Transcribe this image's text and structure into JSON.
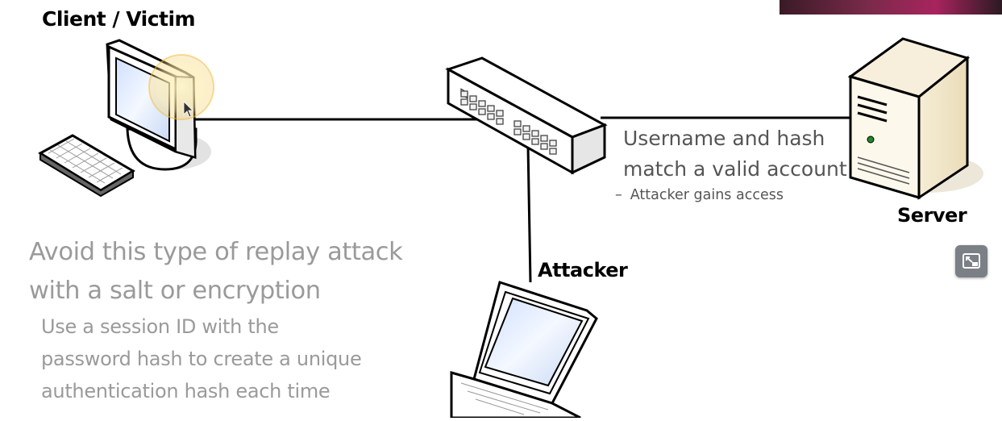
{
  "nodes": {
    "client_label": "Client / Victim",
    "server_label": "Server",
    "attacker_label": "Attacker"
  },
  "server_note": {
    "line1": "Username and hash",
    "line2": "match a valid account",
    "sub_dash": "–",
    "sub": "Attacker gains access"
  },
  "lesson": {
    "line1": "Avoid this type of replay attack",
    "line2": "with a salt or encryption",
    "sub1": "Use a session ID with the",
    "sub2": "password hash to create a unique",
    "sub3": "authentication hash each time"
  },
  "controls": {
    "pip_icon": "picture-in-picture-icon"
  }
}
